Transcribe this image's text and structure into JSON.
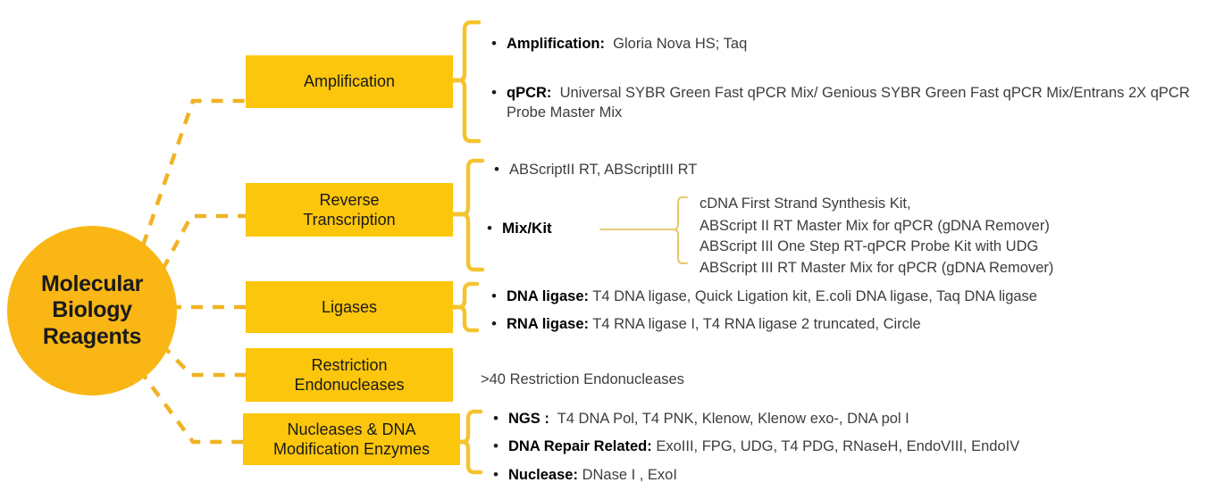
{
  "diagram": {
    "title": "Molecular Biology Reagents",
    "colors": {
      "hub": "#F9B615",
      "box": "#FCC60C",
      "connector": "#F0B323",
      "brace": "#F4C430",
      "label_text": "#000000",
      "body_text": "#3D3D3D"
    },
    "hub": {
      "lines": [
        "Molecular",
        "Biology",
        "Reagents"
      ]
    },
    "branches": [
      {
        "id": "amplification",
        "box_label": "Amplification",
        "items": [
          {
            "label": "Amplification:",
            "value": "Gloria Nova HS; Taq"
          },
          {
            "label": "qPCR:",
            "value": "Universal SYBR Green Fast qPCR Mix/ Genious SYBR Green Fast qPCR Mix/Entrans 2X qPCR Probe Master Mix"
          }
        ]
      },
      {
        "id": "reverse-transcription",
        "box_label": "Reverse Transcription",
        "box_lines": [
          "Reverse",
          "Transcription"
        ],
        "items": [
          {
            "label": "",
            "value": "ABScriptII RT,  ABScriptIII RT"
          },
          {
            "label": "Mix/Kit",
            "value": ""
          }
        ],
        "sub_items": [
          "cDNA First Strand Synthesis Kit,",
          "ABScript II RT Master Mix for qPCR (gDNA Remover)",
          "ABScript III One Step RT-qPCR Probe Kit with UDG",
          "ABScript III RT Master Mix for qPCR (gDNA Remover)"
        ]
      },
      {
        "id": "ligases",
        "box_label": "Ligases",
        "items": [
          {
            "label": "DNA ligase:",
            "value": "T4 DNA ligase, Quick Ligation kit,  E.coli DNA ligase, Taq DNA ligase"
          },
          {
            "label": "RNA ligase:",
            "value": "T4 RNA ligase I, T4 RNA ligase 2 truncated, Circle"
          }
        ]
      },
      {
        "id": "restriction-endonucleases",
        "box_label": "Restriction Endonucleases",
        "box_lines": [
          "Restriction",
          "Endonucleases"
        ],
        "plain_text": ">40 Restriction Endonucleases"
      },
      {
        "id": "nucleases-dna-modification",
        "box_label": "Nucleases & DNA Modification Enzymes",
        "box_lines": [
          "Nucleases & DNA",
          "Modification Enzymes"
        ],
        "items": [
          {
            "label": "NGS :",
            "value": "T4 DNA Pol, T4 PNK, Klenow, Klenow exo-, DNA pol I"
          },
          {
            "label": "DNA Repair Related:",
            "value": "ExoIII, FPG, UDG, T4 PDG, RNaseH, EndoVIII, EndoIV"
          },
          {
            "label": "Nuclease:",
            "value": "DNase I , ExoI"
          }
        ]
      }
    ]
  }
}
